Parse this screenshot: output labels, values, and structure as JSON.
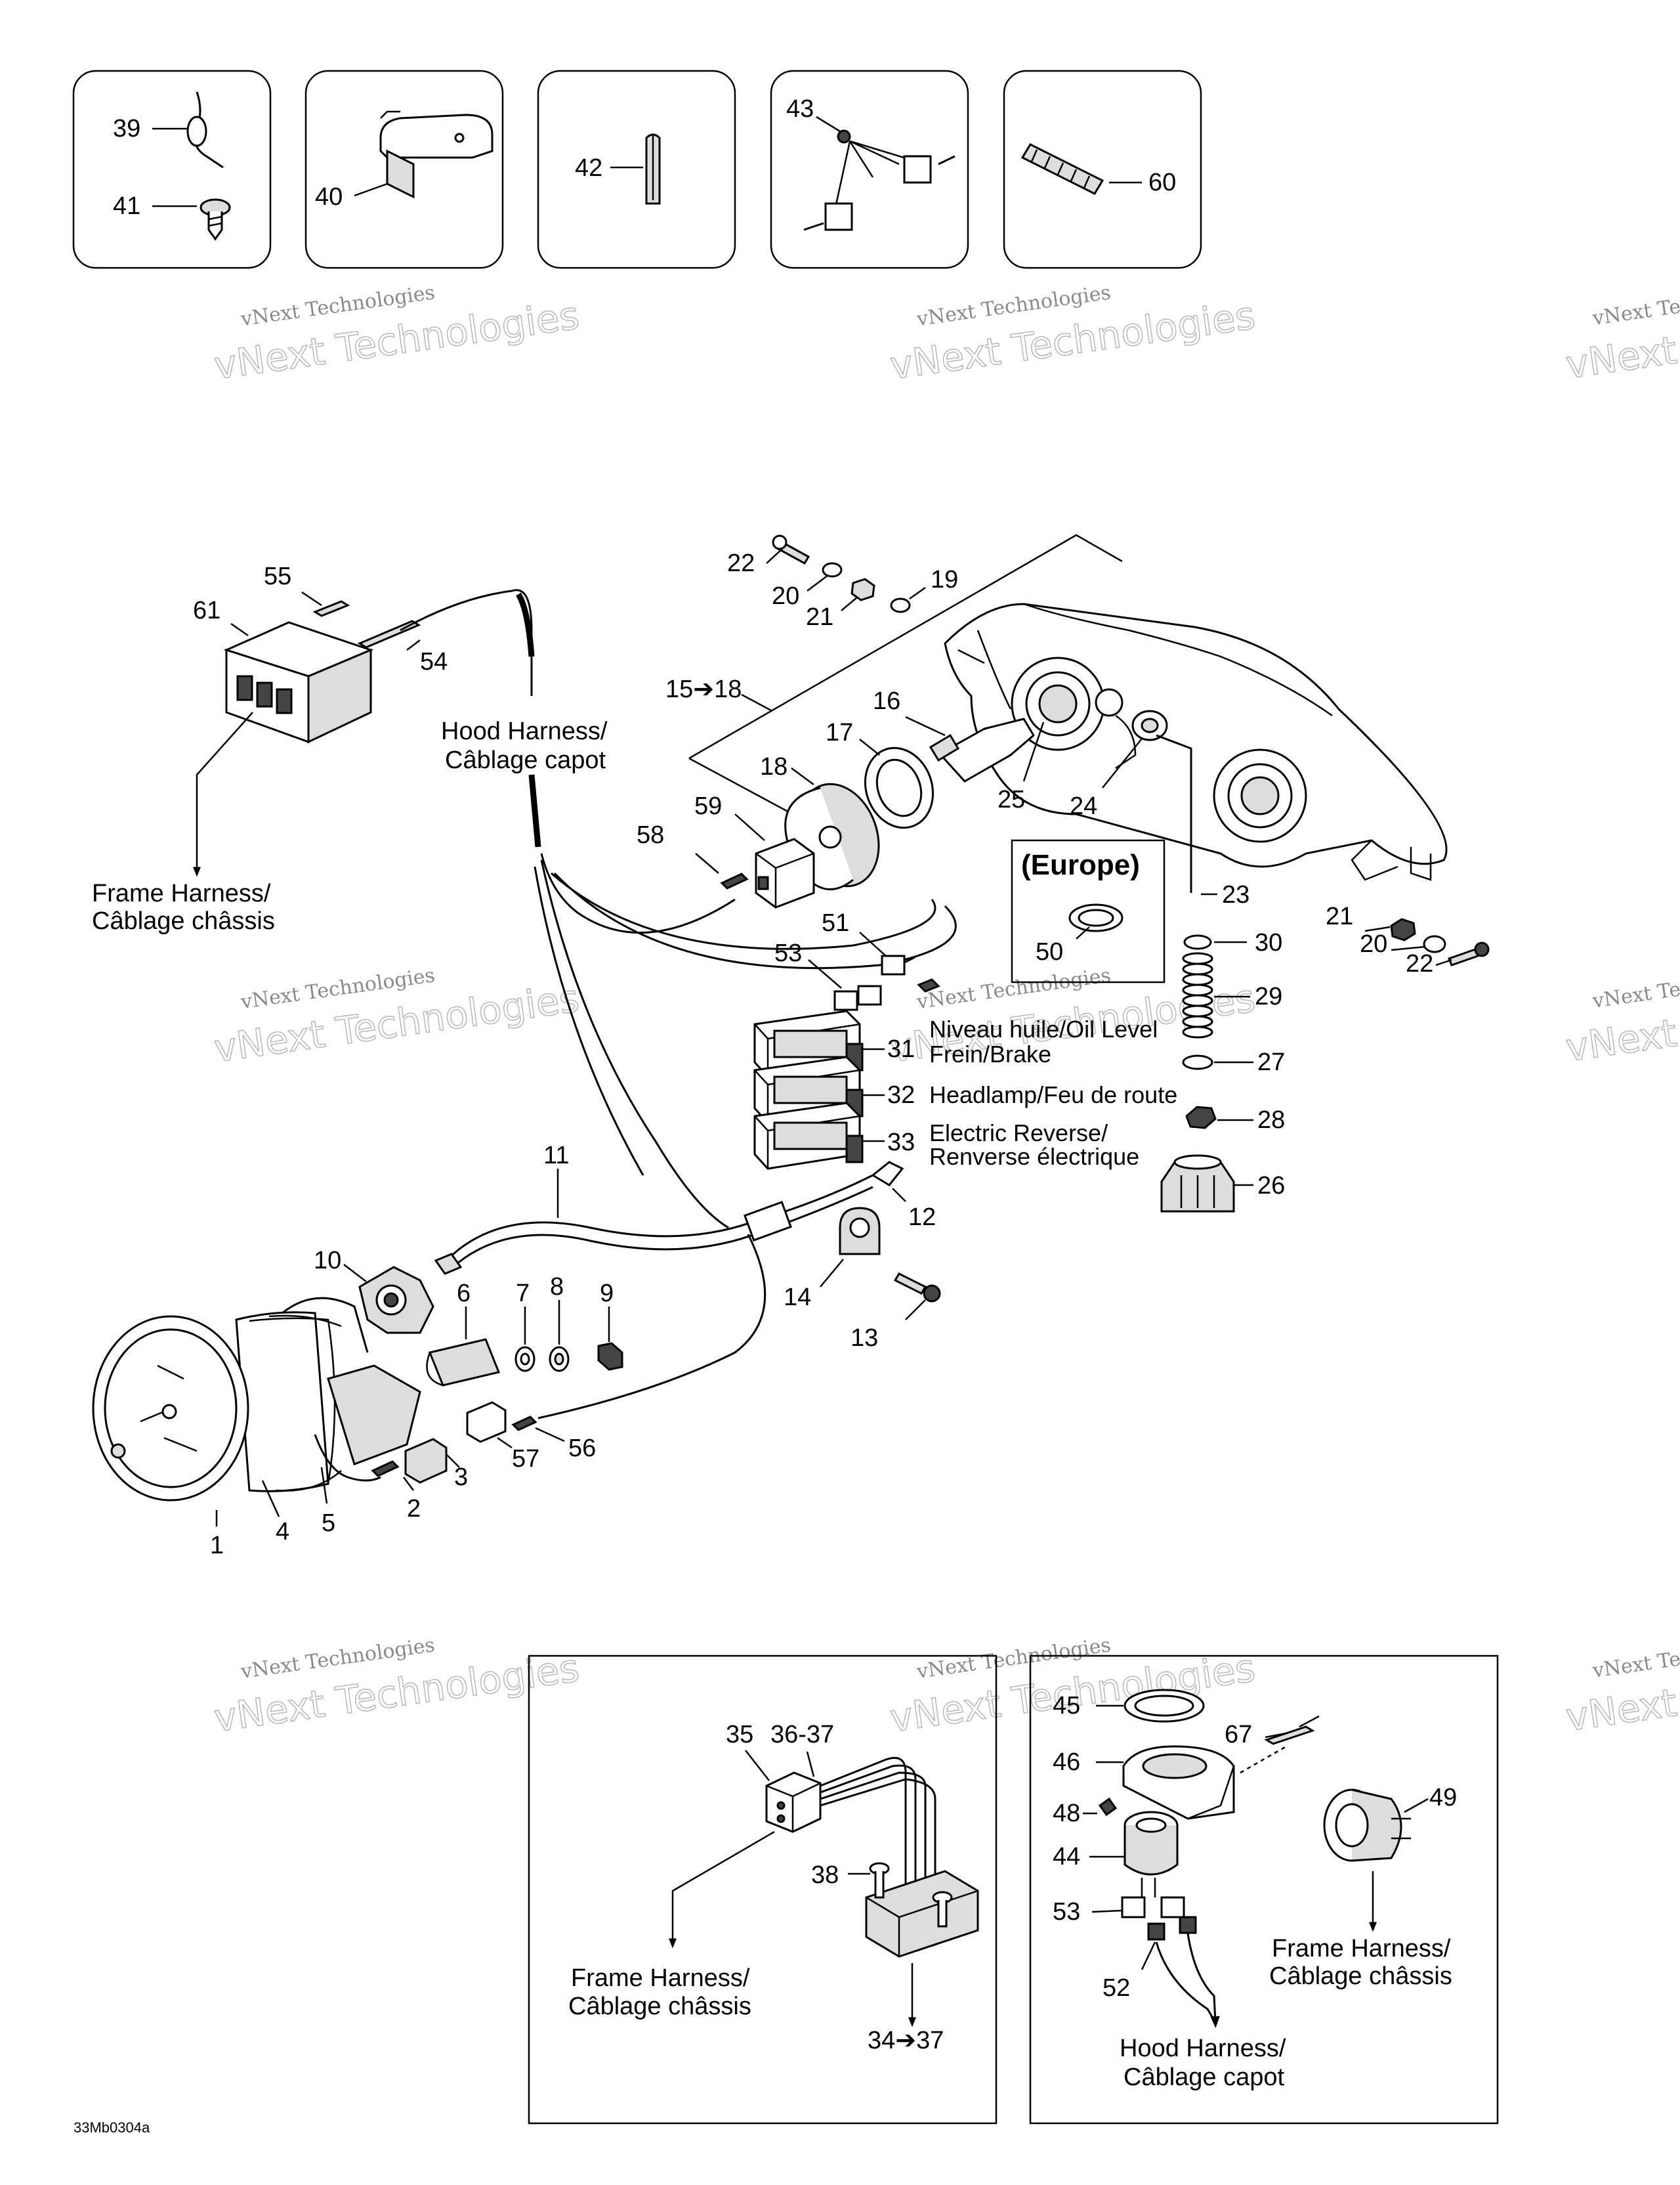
{
  "diagram": {
    "code": "33Mb0304a",
    "watermark": {
      "line1": "vNext Technologies",
      "line2": "vNext Technologies"
    },
    "europe_label": "(Europe)",
    "labels": {
      "hood_harness_top": [
        "Hood Harness/",
        "Câblage capot"
      ],
      "frame_harness_left": [
        "Frame Harness/",
        "Câblage châssis"
      ],
      "switch_31": [
        "Niveau huile/Oil Level",
        "Frein/Brake"
      ],
      "switch_32": [
        "Headlamp/Feu de route"
      ],
      "switch_33": [
        "Electric Reverse/",
        "Renverse électrique"
      ],
      "frame_harness_box1": [
        "Frame Harness/",
        "Câblage châssis"
      ],
      "frame_harness_box2": [
        "Frame Harness/",
        "Câblage châssis"
      ],
      "hood_harness_box2": [
        "Hood Harness/",
        "Câblage capot"
      ]
    },
    "callouts": {
      "c39": "39",
      "c41": "41",
      "c40": "40",
      "c42": "42",
      "c43": "43",
      "c60": "60",
      "c55": "55",
      "c61": "61",
      "c54": "54",
      "c22a": "22",
      "c20a": "20",
      "c21a": "21",
      "c19": "19",
      "c15": "15➔18",
      "c16": "16",
      "c17": "17",
      "c18": "18",
      "c25": "25",
      "c24": "24",
      "c59": "59",
      "c58": "58",
      "c23": "23",
      "c30": "30",
      "c29": "29",
      "c27": "27",
      "c28": "28",
      "c26": "26",
      "c21b": "21",
      "c20b": "20",
      "c22b": "22",
      "c50": "50",
      "c51": "51",
      "c53a": "53",
      "c31": "31",
      "c32": "32",
      "c33": "33",
      "c11": "11",
      "c12": "12",
      "c14": "14",
      "c13": "13",
      "c10": "10",
      "c6": "6",
      "c7": "7",
      "c8": "8",
      "c9": "9",
      "c1": "1",
      "c4": "4",
      "c5": "5",
      "c2": "2",
      "c3": "3",
      "c57": "57",
      "c56": "56",
      "c35": "35",
      "c36": "36-37",
      "c38": "38",
      "c34": "34➔37",
      "c45": "45",
      "c67": "67",
      "c46": "46",
      "c48": "48",
      "c44": "44",
      "c49": "49",
      "c53b": "53",
      "c52": "52"
    }
  }
}
